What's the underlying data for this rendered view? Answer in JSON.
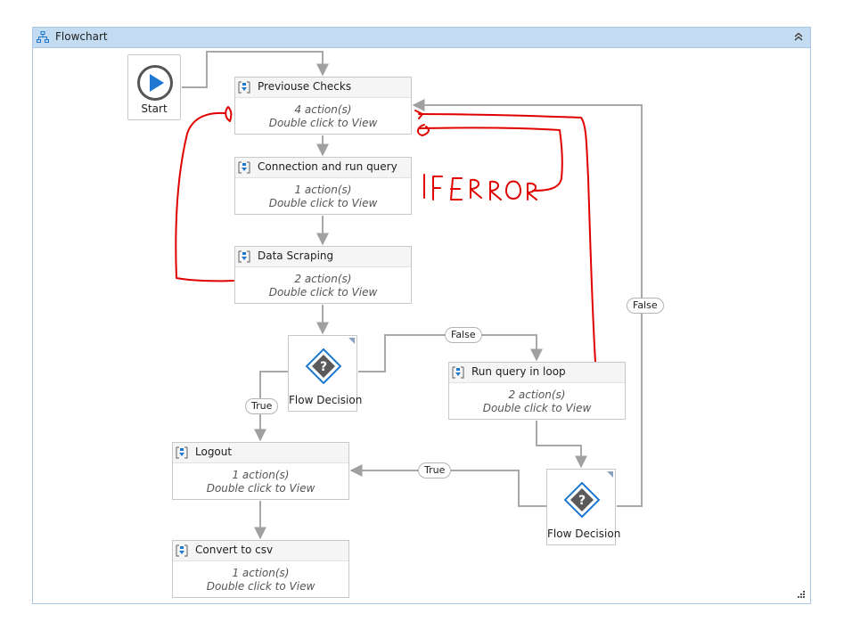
{
  "window": {
    "title": "Flowchart"
  },
  "start": {
    "label": "Start"
  },
  "activities": [
    {
      "title": "Previouse Checks",
      "count": "4 action(s)",
      "hint": "Double click to View"
    },
    {
      "title": "Connection and run query",
      "count": "1 action(s)",
      "hint": "Double click to View"
    },
    {
      "title": "Data Scraping",
      "count": "2 action(s)",
      "hint": "Double click to View"
    },
    {
      "title": "Run query in loop",
      "count": "2 action(s)",
      "hint": "Double click to View"
    },
    {
      "title": "Logout",
      "count": "1 action(s)",
      "hint": "Double click to View"
    },
    {
      "title": "Convert to csv",
      "count": "1 action(s)",
      "hint": "Double click to View"
    }
  ],
  "decisions": [
    {
      "label": "Flow Decision"
    },
    {
      "label": "Flow Decision"
    }
  ],
  "branch_labels": {
    "decision1_false": "False",
    "decision1_true": "True",
    "decision2_true": "True",
    "decision2_false": "False"
  },
  "annotation": {
    "text": "IF ERROR",
    "color": "#e00000"
  },
  "colors": {
    "header": "#c4dcf2",
    "connector": "#a0a0a0",
    "accent": "#1e78d2"
  }
}
